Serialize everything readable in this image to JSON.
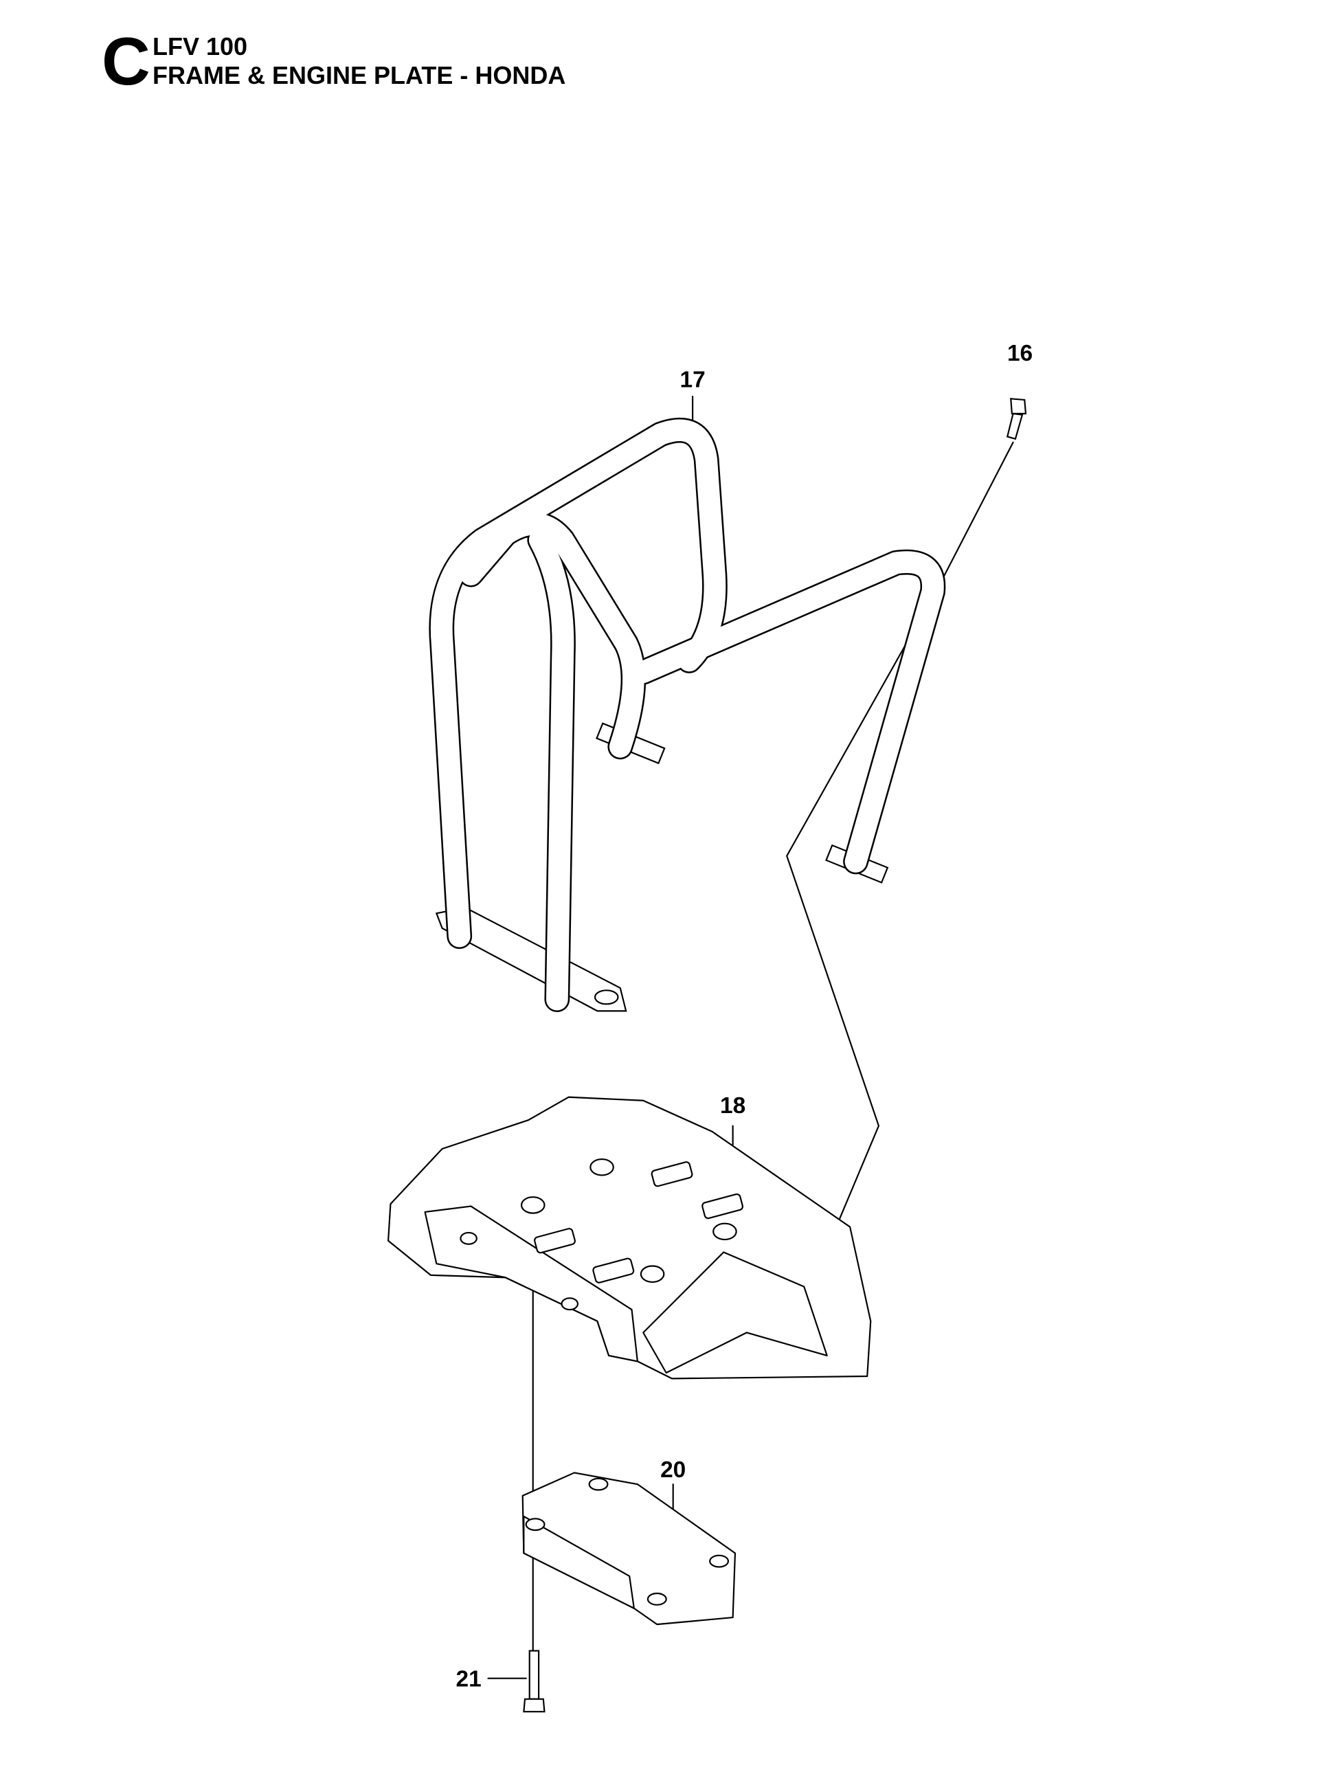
{
  "header": {
    "section_letter": "C",
    "model": "LFV 100",
    "title": "FRAME & ENGINE PLATE - HONDA"
  },
  "parts": [
    {
      "number": "16",
      "name": "bolt"
    },
    {
      "number": "17",
      "name": "frame"
    },
    {
      "number": "18",
      "name": "engine plate"
    },
    {
      "number": "20",
      "name": "plate"
    },
    {
      "number": "21",
      "name": "bolt"
    }
  ]
}
